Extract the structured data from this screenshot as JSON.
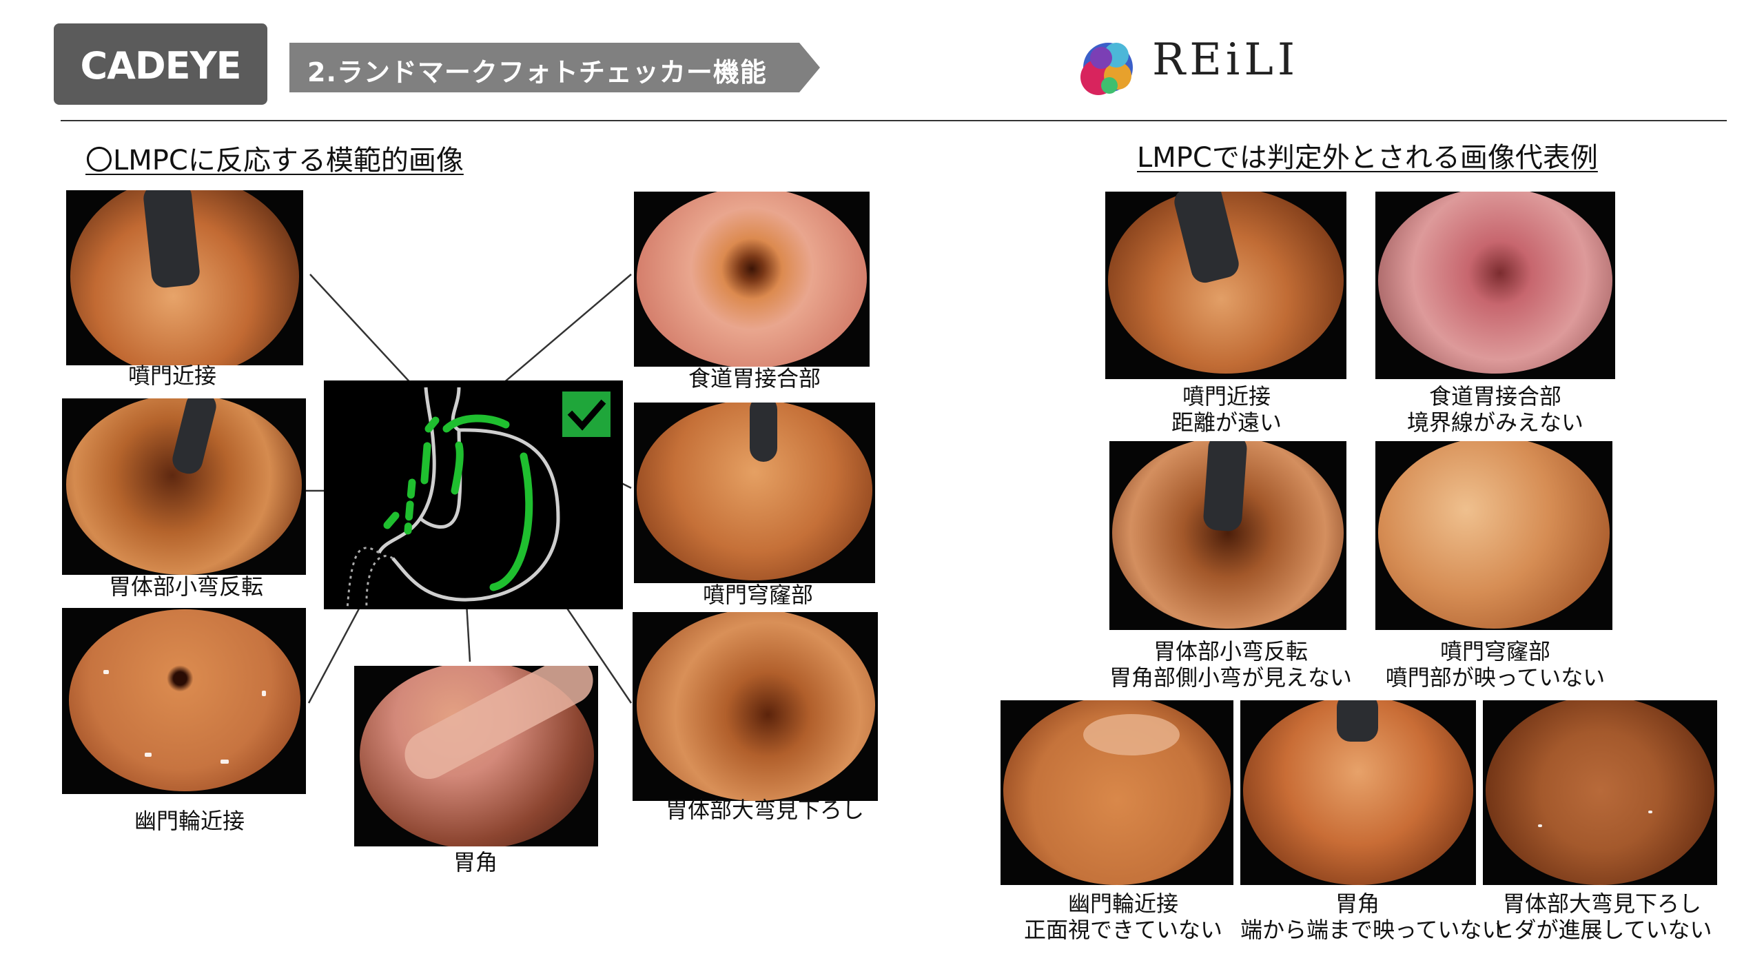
{
  "header": {
    "logo": "CADEYE",
    "section_title": "2.ランドマークフォトチェッカー機能",
    "brand": "REiLI"
  },
  "left_heading": "〇LMPCに反応する模範的画像",
  "right_heading": "LMPCでは判定外とされる画像代表例",
  "left_captions": {
    "cardia": "噴門近接",
    "egj": "食道胃接合部",
    "lesser": "胃体部小弯反転",
    "fornix": "噴門穹窿部",
    "pylorus": "幽門輪近接",
    "greater": "胃体部大弯見下ろし",
    "angle": "胃角"
  },
  "right_captions": [
    {
      "title": "噴門近接",
      "note": "距離が遠い"
    },
    {
      "title": "食道胃接合部",
      "note": "境界線がみえない"
    },
    {
      "title": "胃体部小弯反転",
      "note": "胃角部側小弯が見えない"
    },
    {
      "title": "噴門穹窿部",
      "note": "噴門部が映っていない"
    },
    {
      "title": "幽門輪近接",
      "note": "正面視できていない"
    },
    {
      "title": "胃角",
      "note": "端から端まで映っていない"
    },
    {
      "title": "胃体部大弯見下ろし",
      "note": "ヒダが進展していない"
    }
  ],
  "icons": [
    "check-icon",
    "stomach-diagram",
    "reili-logo-mark"
  ],
  "colors": {
    "logo_bg": "#5b5b5b",
    "tag_bg": "#808080",
    "check": "#1fa63a",
    "diagram_green": "#1fbf2f"
  }
}
